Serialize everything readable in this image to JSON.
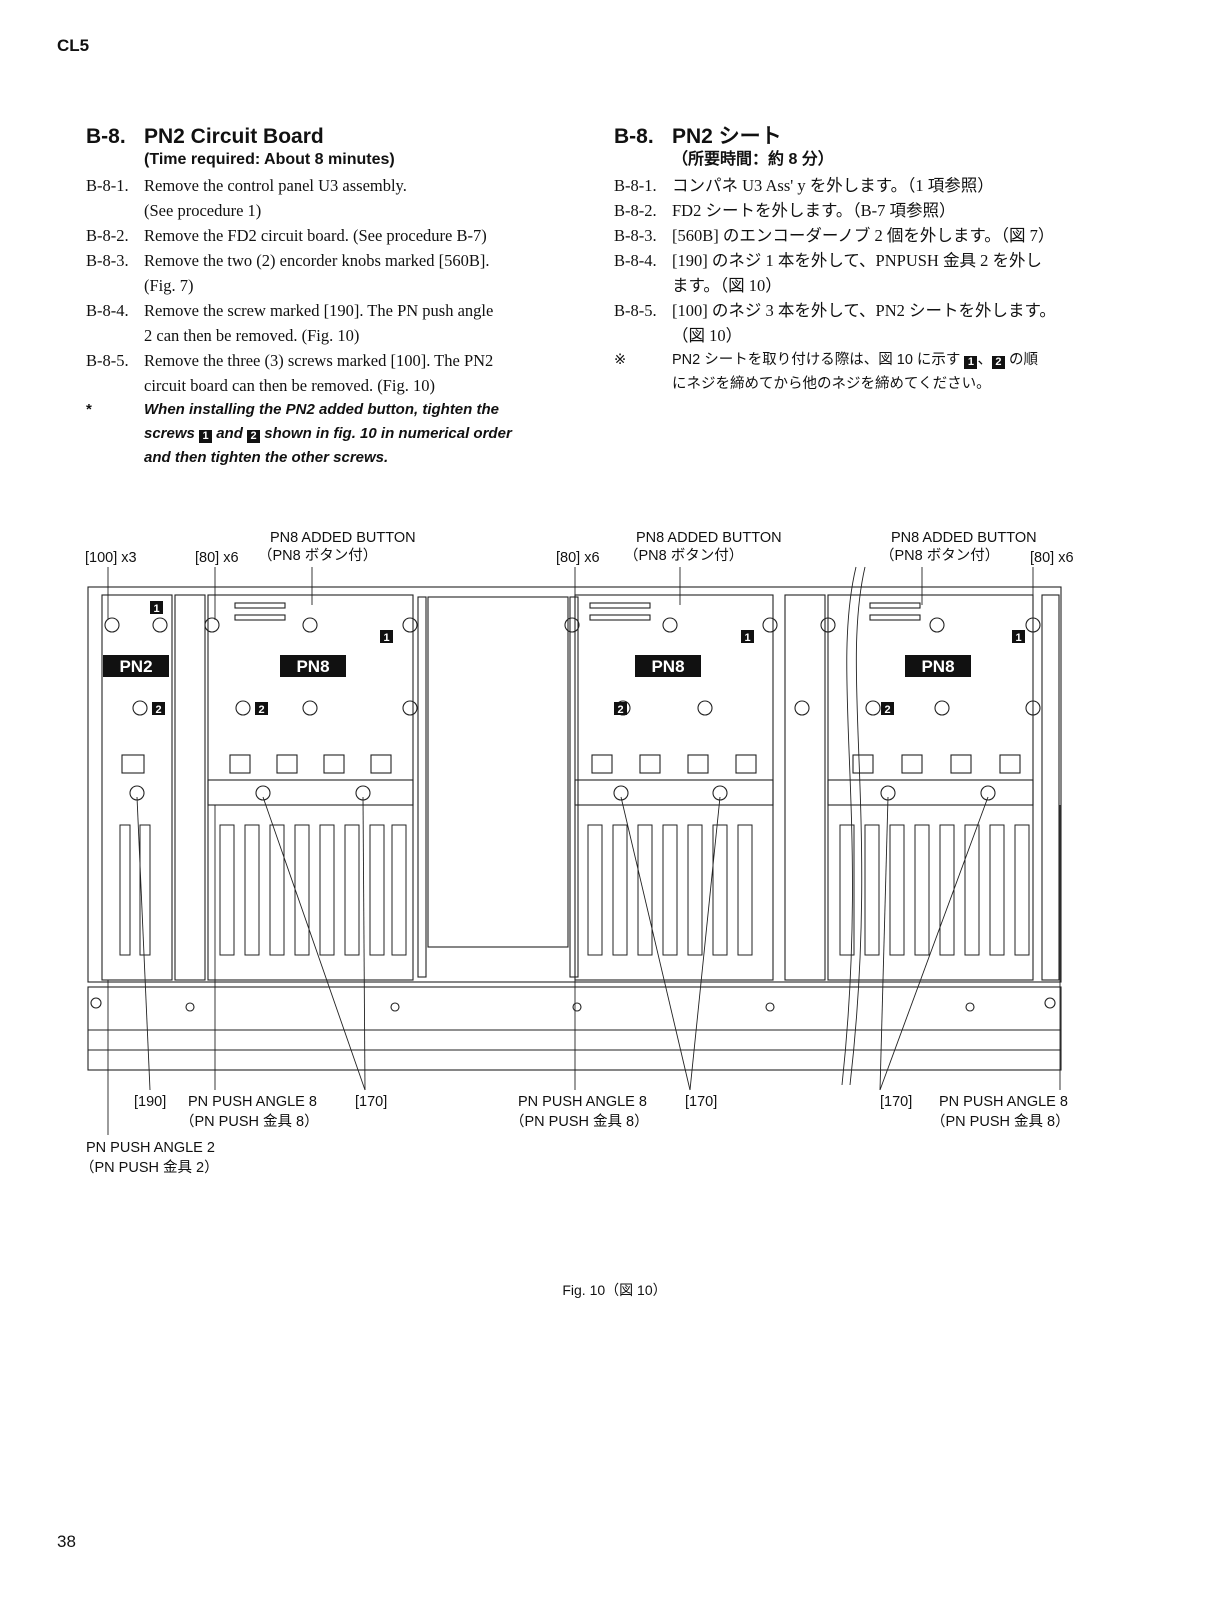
{
  "header": {
    "model": "CL5"
  },
  "footer": {
    "page_number": "38"
  },
  "english": {
    "section_number": "B-8.",
    "section_title": "PN2 Circuit Board",
    "time_required": "(Time required: About 8 minutes)",
    "steps": [
      {
        "num": "B-8-1.",
        "text": "Remove the control panel U3 assembly.",
        "text2": "(See procedure 1)"
      },
      {
        "num": "B-8-2.",
        "text": "Remove the FD2 circuit board. (See procedure B-7)",
        "text2": ""
      },
      {
        "num": "B-8-3.",
        "text": "Remove the two (2) encorder knobs marked [560B].",
        "text2": "(Fig. 7)"
      },
      {
        "num": "B-8-4.",
        "text": "Remove the screw marked [190]. The PN push angle",
        "text2": "2 can then be removed. (Fig. 10)"
      },
      {
        "num": "B-8-5.",
        "text": "Remove the three (3) screws marked [100]. The PN2",
        "text2": "circuit board can then be removed. (Fig. 10)"
      }
    ],
    "note": {
      "mark": "*",
      "line1": "When installing the PN2 added button, tighten the",
      "line2_a": "screws",
      "box1": "1",
      "line2_b": "and",
      "box2": "2",
      "line2_c": "shown in fig. 10 in numerical order",
      "line3": "and then tighten the other screws."
    }
  },
  "japanese": {
    "section_number": "B-8.",
    "section_title": "PN2 シート",
    "time_required": "（所要時間：約 8 分）",
    "steps": [
      {
        "num": "B-8-1.",
        "text": "コンパネ U3 Ass' y を外します。（1 項参照）",
        "text2": ""
      },
      {
        "num": "B-8-2.",
        "text": "FD2 シートを外します。（B-7 項参照）",
        "text2": ""
      },
      {
        "num": "B-8-3.",
        "text": "[560B] のエンコーダーノブ 2 個を外します。（図 7）",
        "text2": ""
      },
      {
        "num": "B-8-4.",
        "text": "[190] のネジ 1 本を外して、PNPUSH 金具 2 を外し",
        "text2": "ます。（図 10）"
      },
      {
        "num": "B-8-5.",
        "text": "[100] のネジ 3 本を外して、PN2 シートを外します。",
        "text2": "（図 10）"
      }
    ],
    "note": {
      "mark": "※",
      "line1_a": "PN2 シートを取り付ける際は、図 10 に示す",
      "box1": "1",
      "sep": "、",
      "box2": "2",
      "line1_b": "の順",
      "line2": "にネジを締めてから他のネジを締めてください。"
    }
  },
  "figure": {
    "caption": "Fig. 10（図 10）",
    "labels": {
      "screw_100": "[100] x3",
      "screw_80_a": "[80] x6",
      "screw_80_b": "[80] x6",
      "screw_80_c": "[80] x6",
      "pn8_added_1": "PN8 ADDED BUTTON",
      "pn8_added_1_jp": "（PN8 ボタン付）",
      "pn8_added_2": "PN8 ADDED BUTTON",
      "pn8_added_2_jp": "（PN8 ボタン付）",
      "pn8_added_3": "PN8 ADDED BUTTON",
      "pn8_added_3_jp": "（PN8 ボタン付）",
      "screw_190": "[190]",
      "pn_push_8_a": "PN PUSH ANGLE 8",
      "pn_push_8_a_jp": "（PN PUSH 金具 8）",
      "screw_170_a": "[170]",
      "pn_push_8_b": "PN PUSH ANGLE 8",
      "pn_push_8_b_jp": "（PN PUSH 金具 8）",
      "screw_170_b": "[170]",
      "screw_170_c": "[170]",
      "pn_push_8_c": "PN PUSH ANGLE 8",
      "pn_push_8_c_jp": "（PN PUSH 金具 8）",
      "pn_push_2": "PN PUSH ANGLE 2",
      "pn_push_2_jp": "（PN PUSH 金具 2）"
    },
    "board_tags": [
      "PN2",
      "PN8",
      "PN8",
      "PN8"
    ],
    "callout_marks": [
      "1",
      "2"
    ]
  }
}
